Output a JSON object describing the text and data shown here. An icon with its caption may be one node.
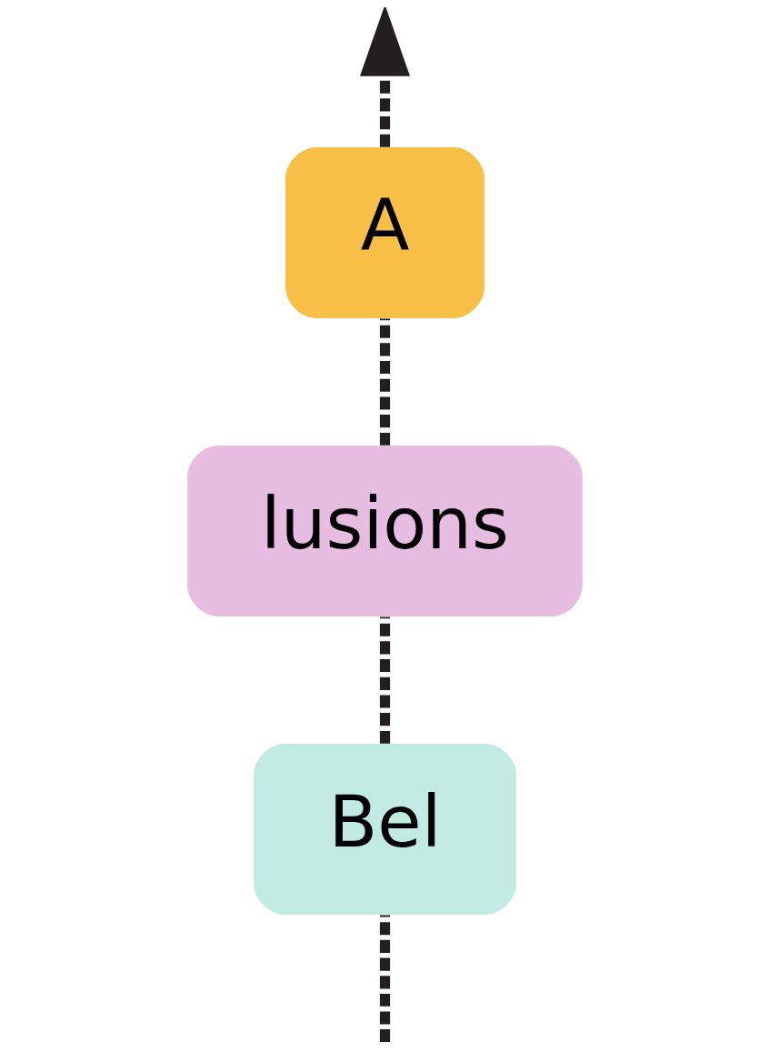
{
  "diagram": {
    "nodes": [
      {
        "text": [
          "A"
        ]
      },
      {
        "text": [
          "lusions"
        ]
      },
      {
        "text": [
          "Bel"
        ]
      }
    ],
    "edges": [
      {
        "from": null,
        "to": 2,
        "arrow": "none",
        "style": "dashed"
      },
      {
        "from": 2,
        "to": 1,
        "arrow": "none",
        "style": "dashed"
      },
      {
        "from": 1,
        "to": 0,
        "arrow": "none",
        "style": "dashed"
      },
      {
        "from": 0,
        "to": null,
        "arrow": "to",
        "style": "dashed"
      }
    ]
  }
}
